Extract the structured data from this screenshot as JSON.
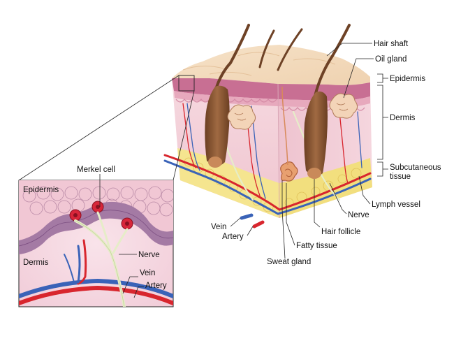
{
  "labels": {
    "hair_shaft": "Hair shaft",
    "oil_gland": "Oil gland",
    "epidermis": "Epidermis",
    "dermis": "Dermis",
    "subcutaneous_line1": "Subcutaneous",
    "subcutaneous_line2": "tissue",
    "lymph_vessel": "Lymph vessel",
    "nerve": "Nerve",
    "hair_follicle": "Hair follicle",
    "fatty_tissue": "Fatty tissue",
    "sweat_gland": "Sweat gland",
    "vein": "Vein",
    "artery": "Artery"
  },
  "inset": {
    "epidermis": "Epidermis",
    "merkel_cell": "Merkel cell",
    "dermis": "Dermis",
    "nerve": "Nerve",
    "vein": "Vein",
    "artery": "Artery"
  },
  "colors": {
    "epidermis_top": "#f3dcc0",
    "dermis": "#f2cdd6",
    "dermis_band": "#c96a8e",
    "fat": "#f4e48a",
    "hair": "#7a4a2a",
    "artery": "#d8262e",
    "vein": "#3a63b8",
    "nerve": "#e6edc8",
    "merkel": "#d8263a",
    "inset_cells": "#9a6b9c"
  }
}
